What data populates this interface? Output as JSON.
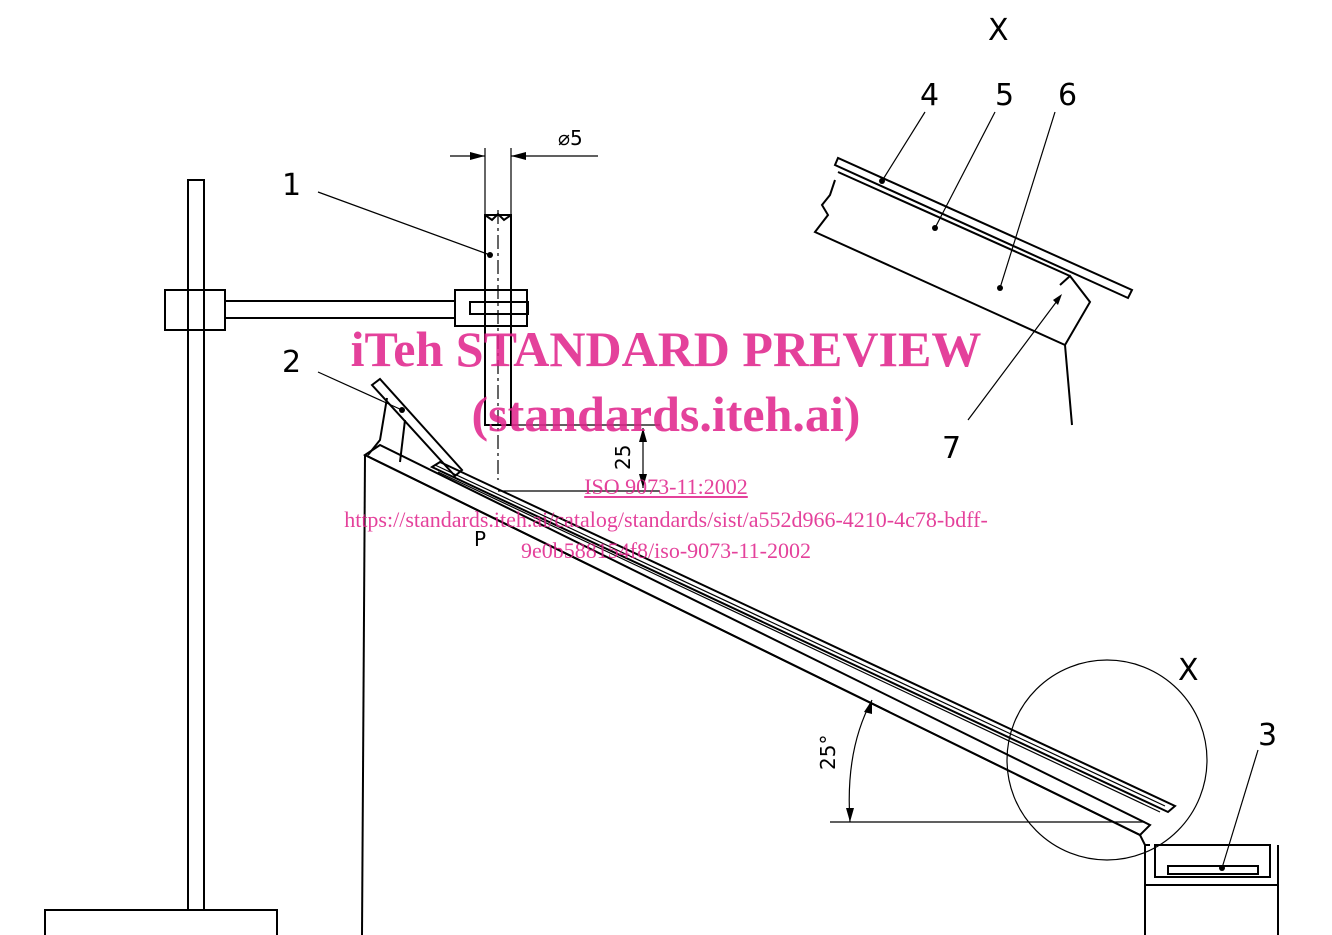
{
  "labels": {
    "item1": "1",
    "item2": "2",
    "item3": "3",
    "item4": "4",
    "item5": "5",
    "item6": "6",
    "item7": "7",
    "detail_x_top": "X",
    "detail_x_circle": "X",
    "point_p": "P"
  },
  "dimensions": {
    "diameter": "⌀5",
    "height": "25",
    "angle": "25°"
  },
  "watermark": {
    "line1": "iTeh STANDARD PREVIEW",
    "line2": "(standards.iteh.ai)",
    "line3": "ISO 9073-11:2002",
    "line4": "https://standards.iteh.ai/catalog/standards/sist/a552d966-4210-4c78-bdff-",
    "line5": "9e0b588154f8/iso-9073-11-2002"
  },
  "colors": {
    "watermark": "#e0218a",
    "lines": "#000000"
  }
}
